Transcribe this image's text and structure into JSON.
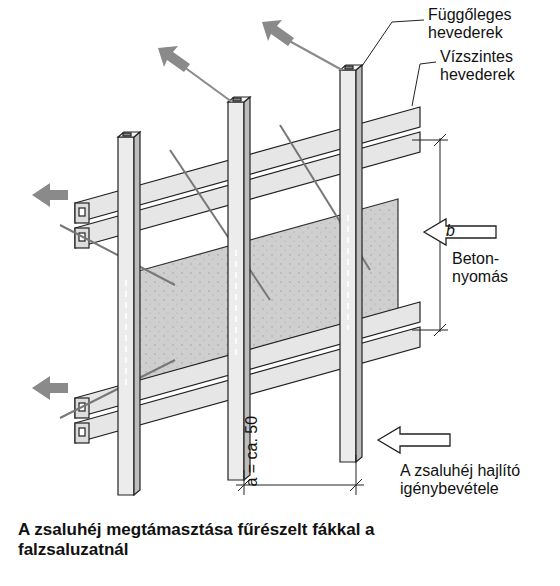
{
  "diagram": {
    "caption": "A zsaluhéj megtámasztása fűrészelt fákkal a falzsaluzatnál",
    "labels": [
      "Függőleges hevederek",
      "Vízszintes hevederek",
      "b",
      "Beton- nyomás",
      "a = ca. 50",
      "A zsaluhéj hajlító igénybevétele"
    ]
  }
}
